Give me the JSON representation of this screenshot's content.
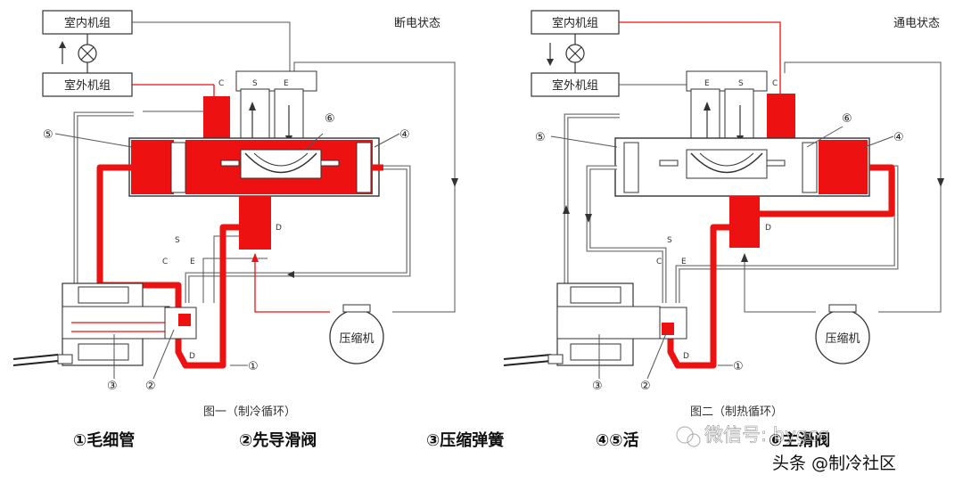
{
  "figure1": {
    "indoor": "室内机组",
    "outdoor": "室外机组",
    "state": "断电状态",
    "compressor": "压缩机",
    "caption": "图一（制冷循环）",
    "ports": {
      "c": "C",
      "s": "S",
      "e": "E",
      "d": "D"
    },
    "num1": "①",
    "num2": "②",
    "num3": "③",
    "num4": "④",
    "num5": "⑤",
    "num6": "⑥"
  },
  "figure2": {
    "indoor": "室内机组",
    "outdoor": "室外机组",
    "state": "通电状态",
    "compressor": "压缩机",
    "caption": "图二（制热循环）",
    "ports": {
      "c": "C",
      "s": "S",
      "e": "E",
      "d": "D"
    },
    "num1": "①",
    "num2": "②",
    "num3": "③",
    "num4": "④",
    "num5": "⑤",
    "num6": "⑥"
  },
  "legend": {
    "item1": "①毛细管",
    "item2": "②先导滑阀",
    "item3": "③压缩弹簧",
    "item4": "④⑤活",
    "item5": "⑥主滑阀"
  },
  "watermark": "微信号: bygcq",
  "brand": "头条 @制冷社区",
  "colors": {
    "refrigerant": "#ee1111",
    "line": "#333333"
  }
}
